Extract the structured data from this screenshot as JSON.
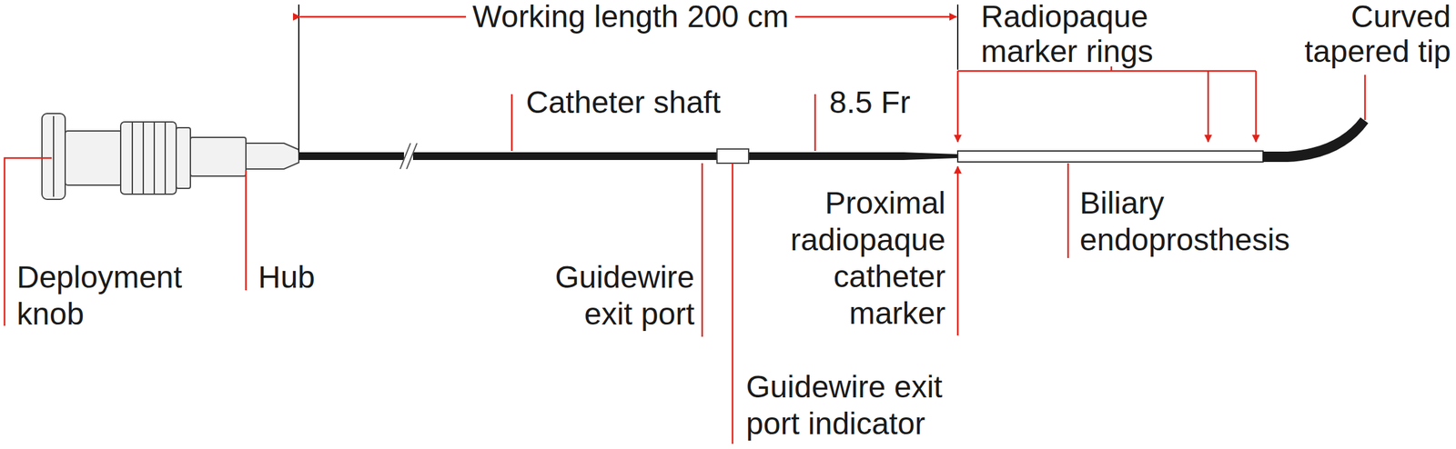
{
  "diagram": {
    "labels": [
      "Working length 200 cm",
      "Radiopaque marker rings",
      "Curved tapered tip",
      "Catheter shaft",
      "8.5 Fr",
      "Deployment knob",
      "Hub",
      "Guidewire exit port",
      "Proximal radiopaque catheter marker",
      "Biliary endoprosthesis",
      "Guidewire exit port indicator"
    ]
  }
}
